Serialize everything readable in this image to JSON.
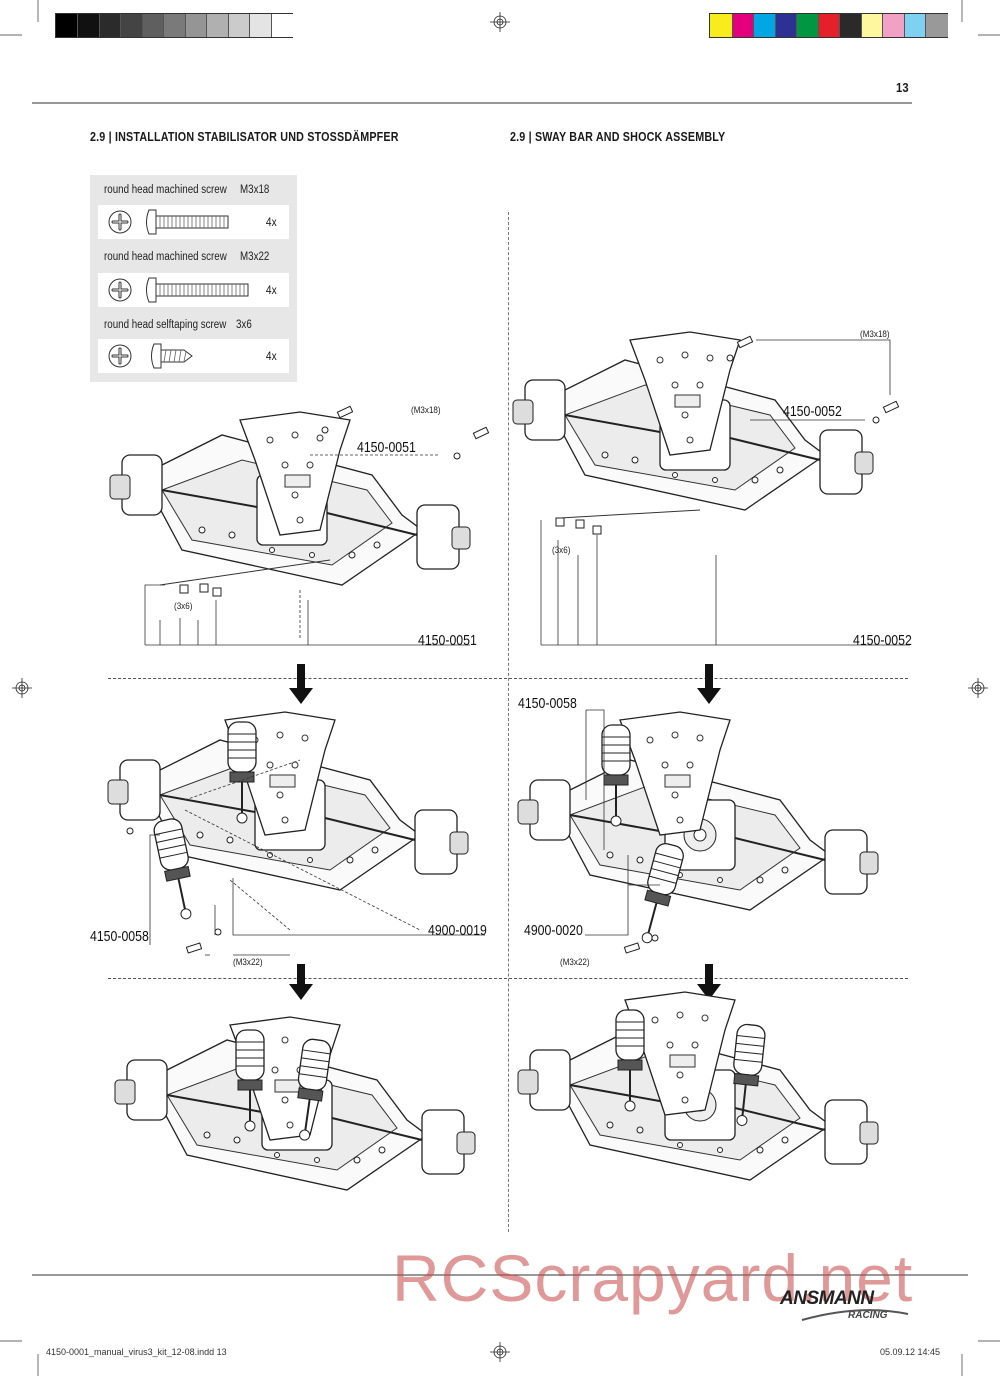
{
  "page": {
    "number": "13",
    "heading_de": "2.9 | INSTALLATION STABILISATOR UND STOSSDÄMPFER",
    "heading_en": "2.9 | SWAY BAR AND SHOCK ASSEMBLY"
  },
  "color_bars": {
    "gray_steps": [
      "#000000",
      "#111111",
      "#2b2b2b",
      "#444444",
      "#5f5f5f",
      "#7a7a7a",
      "#959595",
      "#b0b0b0",
      "#cbcbcb",
      "#e4e4e4",
      "#ffffff"
    ],
    "colors": [
      "#f8ec1c",
      "#e4007c",
      "#00a6e4",
      "#2d3192",
      "#009642",
      "#e4202a",
      "#2a2a2a",
      "#fff6a0",
      "#f2a0c6",
      "#7fd1f2",
      "#999999"
    ]
  },
  "screws": [
    {
      "name": "round head machined screw",
      "size": "M3x18",
      "qty": "4x"
    },
    {
      "name": "round head machined screw",
      "size": "M3x22",
      "qty": "4x"
    },
    {
      "name": "round head selftaping screw",
      "size": "3x6",
      "qty": "4x"
    }
  ],
  "left": {
    "step1": {
      "callout_screw": "(M3x18)",
      "part_top": "4150-0051",
      "callout_small": "(3x6)",
      "part_bottom": "4150-0051"
    },
    "step2": {
      "part_shock": "4150-0058",
      "part_link": "4900-0019",
      "callout_screw": "(M3x22)"
    }
  },
  "right": {
    "step1": {
      "callout_screw": "(M3x18)",
      "part_top": "4150-0052",
      "callout_small": "(3x6)",
      "part_bottom": "4150-0052"
    },
    "step2": {
      "part_shock": "4150-0058",
      "part_link": "4900-0020",
      "callout_screw": "(M3x22)"
    }
  },
  "footer": {
    "file": "4150-0001_manual_virus3_kit_12-08.indd   13",
    "date": "05.09.12   14:45",
    "brand": "ANSMANN",
    "brand_sub": "RACING",
    "watermark": "RCScrapyard.net"
  }
}
